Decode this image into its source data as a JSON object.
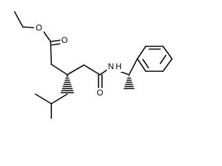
{
  "molecule": {
    "atoms": {
      "ester_o": "O",
      "carbonyl_o1": "O",
      "carbonyl_o2": "O",
      "amide_n": "N",
      "amide_h": "H"
    }
  },
  "colors": {
    "bond": "#000000",
    "background": "#ffffff"
  }
}
